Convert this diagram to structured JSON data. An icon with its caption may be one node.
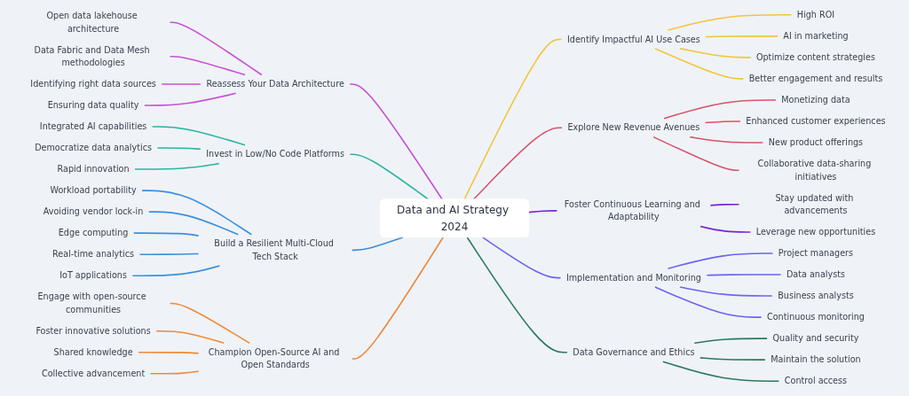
{
  "diagram": {
    "nodes": [
      {
        "text": [
          "Data and AI Strategy 2024"
        ]
      },
      {
        "text": [
          "Reassess Your Data Architecture"
        ]
      },
      {
        "text": [
          "Open data lakehouse architecture"
        ]
      },
      {
        "text": [
          "Data Fabric and Data Mesh methodologies"
        ]
      },
      {
        "text": [
          "Identifying right data sources"
        ]
      },
      {
        "text": [
          "Ensuring data quality"
        ]
      },
      {
        "text": [
          "Invest in Low/No Code Platforms"
        ]
      },
      {
        "text": [
          "Integrated AI capabilities"
        ]
      },
      {
        "text": [
          "Democratize data analytics"
        ]
      },
      {
        "text": [
          "Rapid innovation"
        ]
      },
      {
        "text": [
          "Build a Resilient Multi-Cloud Tech Stack"
        ]
      },
      {
        "text": [
          "Workload portability"
        ]
      },
      {
        "text": [
          "Avoiding vendor lock-in"
        ]
      },
      {
        "text": [
          "Edge computing"
        ]
      },
      {
        "text": [
          "Real-time analytics"
        ]
      },
      {
        "text": [
          "IoT applications"
        ]
      },
      {
        "text": [
          "Champion Open-Source AI and Open Standards"
        ]
      },
      {
        "text": [
          "Engage with open-source communities"
        ]
      },
      {
        "text": [
          "Foster innovative solutions"
        ]
      },
      {
        "text": [
          "Shared knowledge"
        ]
      },
      {
        "text": [
          "Collective advancement"
        ]
      },
      {
        "text": [
          "Identify Impactful AI Use Cases"
        ]
      },
      {
        "text": [
          "High ROI"
        ]
      },
      {
        "text": [
          "AI in marketing"
        ]
      },
      {
        "text": [
          "Optimize content strategies"
        ]
      },
      {
        "text": [
          "Better engagement and results"
        ]
      },
      {
        "text": [
          "Explore New Revenue Avenues"
        ]
      },
      {
        "text": [
          "Monetizing data"
        ]
      },
      {
        "text": [
          "Enhanced customer experiences"
        ]
      },
      {
        "text": [
          "New product offerings"
        ]
      },
      {
        "text": [
          "Collaborative data-sharing initiatives"
        ]
      },
      {
        "text": [
          "Foster Continuous Learning and Adaptability"
        ]
      },
      {
        "text": [
          "Stay updated with advancements"
        ]
      },
      {
        "text": [
          "Leverage new opportunities"
        ]
      },
      {
        "text": [
          "Implementation and Monitoring"
        ]
      },
      {
        "text": [
          "Project managers"
        ]
      },
      {
        "text": [
          "Data analysts"
        ]
      },
      {
        "text": [
          "Business analysts"
        ]
      },
      {
        "text": [
          "Continuous monitoring"
        ]
      },
      {
        "text": [
          "Data Governance and Ethics"
        ]
      },
      {
        "text": [
          "Quality and security"
        ]
      },
      {
        "text": [
          "Maintain the solution"
        ]
      },
      {
        "text": [
          "Control access"
        ]
      }
    ],
    "edges": [
      {
        "from": 2,
        "to": 1,
        "arrow": "none",
        "color": "#c94fd6"
      },
      {
        "from": 3,
        "to": 1,
        "arrow": "none",
        "color": "#c94fd6"
      },
      {
        "from": 4,
        "to": 1,
        "arrow": "none",
        "color": "#c94fd6"
      },
      {
        "from": 5,
        "to": 1,
        "arrow": "none",
        "color": "#c94fd6"
      },
      {
        "from": 1,
        "to": 0,
        "arrow": "none",
        "color": "#c94fd6"
      },
      {
        "from": 7,
        "to": 6,
        "arrow": "none",
        "color": "#2bb5a0"
      },
      {
        "from": 8,
        "to": 6,
        "arrow": "none",
        "color": "#2bb5a0"
      },
      {
        "from": 9,
        "to": 6,
        "arrow": "none",
        "color": "#2bb5a0"
      },
      {
        "from": 6,
        "to": 0,
        "arrow": "none",
        "color": "#2bb5a0"
      },
      {
        "from": 11,
        "to": 10,
        "arrow": "none",
        "color": "#3b8fe0"
      },
      {
        "from": 12,
        "to": 10,
        "arrow": "none",
        "color": "#3b8fe0"
      },
      {
        "from": 13,
        "to": 10,
        "arrow": "none",
        "color": "#3b8fe0"
      },
      {
        "from": 14,
        "to": 10,
        "arrow": "none",
        "color": "#3b8fe0"
      },
      {
        "from": 15,
        "to": 10,
        "arrow": "none",
        "color": "#3b8fe0"
      },
      {
        "from": 10,
        "to": 0,
        "arrow": "none",
        "color": "#3b8fe0"
      },
      {
        "from": 17,
        "to": 16,
        "arrow": "none",
        "color": "#f0893a"
      },
      {
        "from": 18,
        "to": 16,
        "arrow": "none",
        "color": "#f0893a"
      },
      {
        "from": 19,
        "to": 16,
        "arrow": "none",
        "color": "#f0893a"
      },
      {
        "from": 20,
        "to": 16,
        "arrow": "none",
        "color": "#f0893a"
      },
      {
        "from": 16,
        "to": 0,
        "arrow": "none",
        "color": "#f0893a"
      },
      {
        "from": 0,
        "to": 21,
        "arrow": "none",
        "color": "#f5c33b"
      },
      {
        "from": 21,
        "to": 22,
        "arrow": "none",
        "color": "#f5c33b"
      },
      {
        "from": 21,
        "to": 23,
        "arrow": "none",
        "color": "#f5c33b"
      },
      {
        "from": 21,
        "to": 24,
        "arrow": "none",
        "color": "#f5c33b"
      },
      {
        "from": 21,
        "to": 25,
        "arrow": "none",
        "color": "#f5c33b"
      },
      {
        "from": 0,
        "to": 26,
        "arrow": "none",
        "color": "#d9536a"
      },
      {
        "from": 26,
        "to": 27,
        "arrow": "none",
        "color": "#d9536a"
      },
      {
        "from": 26,
        "to": 28,
        "arrow": "none",
        "color": "#d9536a"
      },
      {
        "from": 26,
        "to": 29,
        "arrow": "none",
        "color": "#d9536a"
      },
      {
        "from": 26,
        "to": 30,
        "arrow": "none",
        "color": "#d9536a"
      },
      {
        "from": 0,
        "to": 31,
        "arrow": "none",
        "color": "#7b22d6"
      },
      {
        "from": 31,
        "to": 32,
        "arrow": "none",
        "color": "#7b22d6"
      },
      {
        "from": 31,
        "to": 33,
        "arrow": "none",
        "color": "#7b22d6"
      },
      {
        "from": 0,
        "to": 34,
        "arrow": "none",
        "color": "#6c63f5"
      },
      {
        "from": 34,
        "to": 35,
        "arrow": "none",
        "color": "#6c63f5"
      },
      {
        "from": 34,
        "to": 36,
        "arrow": "none",
        "color": "#6c63f5"
      },
      {
        "from": 34,
        "to": 37,
        "arrow": "none",
        "color": "#6c63f5"
      },
      {
        "from": 34,
        "to": 38,
        "arrow": "none",
        "color": "#6c63f5"
      },
      {
        "from": 0,
        "to": 39,
        "arrow": "none",
        "color": "#2a7a5e"
      },
      {
        "from": 39,
        "to": 40,
        "arrow": "none",
        "color": "#2a7a5e"
      },
      {
        "from": 39,
        "to": 41,
        "arrow": "none",
        "color": "#2a7a5e"
      },
      {
        "from": 39,
        "to": 42,
        "arrow": "none",
        "color": "#2a7a5e"
      }
    ]
  }
}
